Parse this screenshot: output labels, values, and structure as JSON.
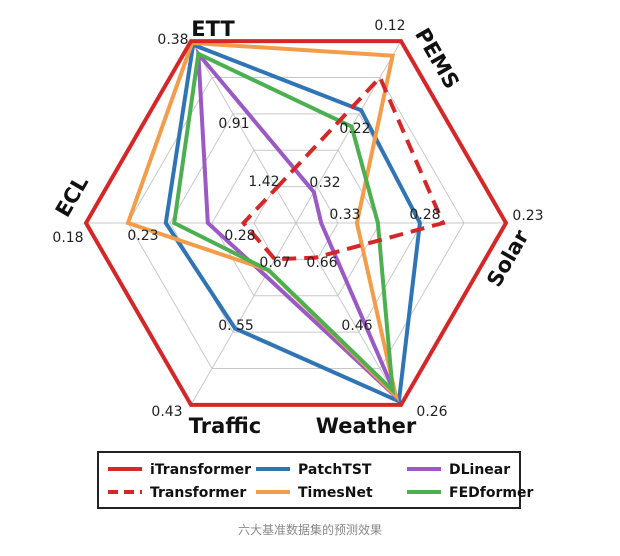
{
  "caption": "六大基准数据集的预测效果",
  "chart_data": {
    "type": "radar",
    "axes": [
      {
        "name": "ETT",
        "outer_value": "0.38"
      },
      {
        "name": "PEMS",
        "outer_value": "0.12"
      },
      {
        "name": "Solar",
        "outer_value": "0.23"
      },
      {
        "name": "Weather",
        "outer_value": "0.26"
      },
      {
        "name": "Traffic",
        "outer_value": "0.43"
      },
      {
        "name": "ECL",
        "outer_value": "0.18"
      }
    ],
    "ring_labels": [
      {
        "axis": "ETT",
        "ring": 3,
        "text": "0.91"
      },
      {
        "axis": "ETT",
        "ring": 1,
        "text": "1.42"
      },
      {
        "axis": "PEMS",
        "ring": 3,
        "text": "0.22"
      },
      {
        "axis": "PEMS",
        "ring": 1,
        "text": "0.32"
      },
      {
        "axis": "Solar",
        "ring": 3,
        "text": "0.28"
      },
      {
        "axis": "Solar",
        "ring": 1,
        "text": "0.33"
      },
      {
        "axis": "Weather",
        "ring": 3,
        "text": "0.46"
      },
      {
        "axis": "Weather",
        "ring": 1,
        "text": "0.66"
      },
      {
        "axis": "Traffic",
        "ring": 3,
        "text": "0. 55"
      },
      {
        "axis": "Traffic",
        "ring": 1,
        "text": "0.67"
      },
      {
        "axis": "ECL",
        "ring": 3,
        "text": "0.23"
      },
      {
        "axis": "ECL",
        "ring": 1,
        "text": "0.28"
      }
    ],
    "rings": 5,
    "series_note_scale": "radial fraction of outer ring (1.0 = best / outer value)",
    "series": [
      {
        "name": "iTransformer",
        "color": "#d62728",
        "dashed": false,
        "values": [
          1.0,
          1.0,
          1.0,
          1.0,
          1.0,
          1.0
        ]
      },
      {
        "name": "PatchTST",
        "color": "#2f75b5",
        "dashed": false,
        "values": [
          0.98,
          0.62,
          0.59,
          0.98,
          0.58,
          0.62
        ]
      },
      {
        "name": "DLinear",
        "color": "#9b59c6",
        "dashed": false,
        "values": [
          0.93,
          0.17,
          0.12,
          0.96,
          0.29,
          0.42
        ]
      },
      {
        "name": "Transformer",
        "color": "#d62728",
        "dashed": true,
        "values": [
          0.19,
          0.8,
          0.7,
          0.19,
          0.2,
          0.25
        ]
      },
      {
        "name": "TimesNet",
        "color": "#f39c4a",
        "dashed": false,
        "values": [
          0.99,
          0.92,
          0.29,
          0.95,
          0.26,
          0.8
        ]
      },
      {
        "name": "FEDformer",
        "color": "#4caf50",
        "dashed": false,
        "values": [
          0.93,
          0.53,
          0.39,
          0.92,
          0.26,
          0.58
        ]
      }
    ],
    "legend": {
      "placement": "bottom",
      "columns": [
        [
          "iTransformer",
          "Transformer"
        ],
        [
          "PatchTST",
          "TimesNet"
        ],
        [
          "DLinear",
          "FEDformer"
        ]
      ]
    }
  }
}
